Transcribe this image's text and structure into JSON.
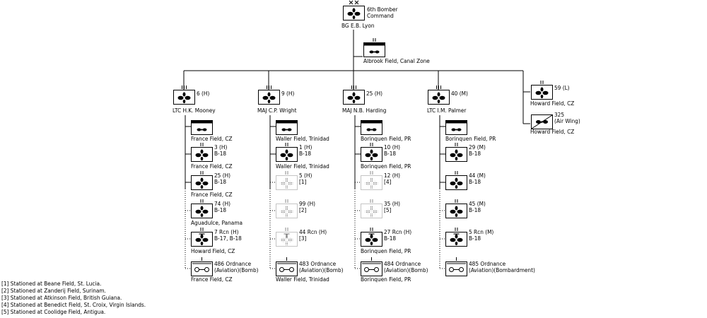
{
  "command": {
    "label": [
      "6th Bomber",
      "Command"
    ],
    "commander": "BG  E.B. Lyon"
  },
  "hq": {
    "location": "Albrook Field, Canal Zone"
  },
  "groups": [
    {
      "label": "6 (H)",
      "commander": "LTC  H.K. Mooney",
      "hq_location": "France Field, CZ",
      "squadrons": [
        {
          "lines": [
            "3 (H)",
            "B-18"
          ],
          "location": "France Field, CZ"
        },
        {
          "lines": [
            "25 (H)",
            "B-18"
          ],
          "location": "France Field, CZ"
        },
        {
          "lines": [
            "74 (H)",
            "B-18"
          ],
          "location": "Aguadulce, Panama"
        },
        {
          "lines": [
            "7 Rcn (H)",
            "B-17, B-18"
          ],
          "location": "Howard Field, CZ"
        }
      ],
      "ordnance": {
        "lines": [
          "486 Ordnance",
          "(Aviation)(Bomb)"
        ],
        "location": "France Field, CZ"
      }
    },
    {
      "label": "9 (H)",
      "commander": "MAJ  C.P. Wright",
      "hq_location": "Waller Field, Trinidad",
      "squadrons": [
        {
          "lines": [
            "1 (H)",
            "B-18"
          ],
          "location": "Waller Field, Trinidad"
        },
        {
          "lines": [
            "5 (H)",
            "[1]"
          ],
          "location": ""
        },
        {
          "lines": [
            "99 (H)",
            "[2]"
          ],
          "location": ""
        },
        {
          "lines": [
            "44 Rcn (H)",
            "[3]"
          ],
          "location": ""
        }
      ],
      "ordnance": {
        "lines": [
          "483 Ordnance",
          "(Aviation)(Bomb)"
        ],
        "location": "Waller Field, Trinidad"
      }
    },
    {
      "label": "25 (H)",
      "commander": "MAJ  N.B. Harding",
      "hq_location": "Borinquen Field, PR",
      "squadrons": [
        {
          "lines": [
            "10 (H)",
            "B-18"
          ],
          "location": "Borinquen Field, PR"
        },
        {
          "lines": [
            "12 (H)",
            "[4]"
          ],
          "location": ""
        },
        {
          "lines": [
            "35 (H)",
            "[5]"
          ],
          "location": ""
        },
        {
          "lines": [
            "27 Rcn (H)",
            "B-18"
          ],
          "location": "Borinquen Field, PR"
        }
      ],
      "ordnance": {
        "lines": [
          "484 Ordnance",
          "(Aviation)(Bomb)"
        ],
        "location": "Borinquen Field, PR"
      }
    },
    {
      "label": "40 (M)",
      "commander": "LTC  I.M. Palmer",
      "hq_location": "Borinquen Field, PR",
      "squadrons": [
        {
          "lines": [
            "29 (M)",
            "B-18"
          ],
          "location": ""
        },
        {
          "lines": [
            "44 (M)",
            "B-18"
          ],
          "location": ""
        },
        {
          "lines": [
            "45 (M)",
            "B-18"
          ],
          "location": ""
        },
        {
          "lines": [
            "5 Rcn (M)",
            "B-18"
          ],
          "location": ""
        }
      ],
      "ordnance": {
        "lines": [
          "485 Ordnance",
          "(Aviation)(Bombardment)"
        ],
        "location": ""
      }
    }
  ],
  "independent": [
    {
      "lines": [
        "59 (L)"
      ],
      "location": "Howard Field, CZ"
    },
    {
      "lines": [
        "325",
        "(Air Wing)"
      ],
      "location": "Howard Field, CZ"
    }
  ],
  "footnotes": [
    "[1] Stationed at Beane Field, St. Lucia.",
    "[2] Stationed at Zanderij Field, Surinam.",
    "[3] Stationed at Atkinson Field, British Guiana.",
    "[4] Stationed at Benedict Field, St. Croix, Virgin Islands.",
    "[5] Stationed at Coolidge Field, Antigua."
  ]
}
